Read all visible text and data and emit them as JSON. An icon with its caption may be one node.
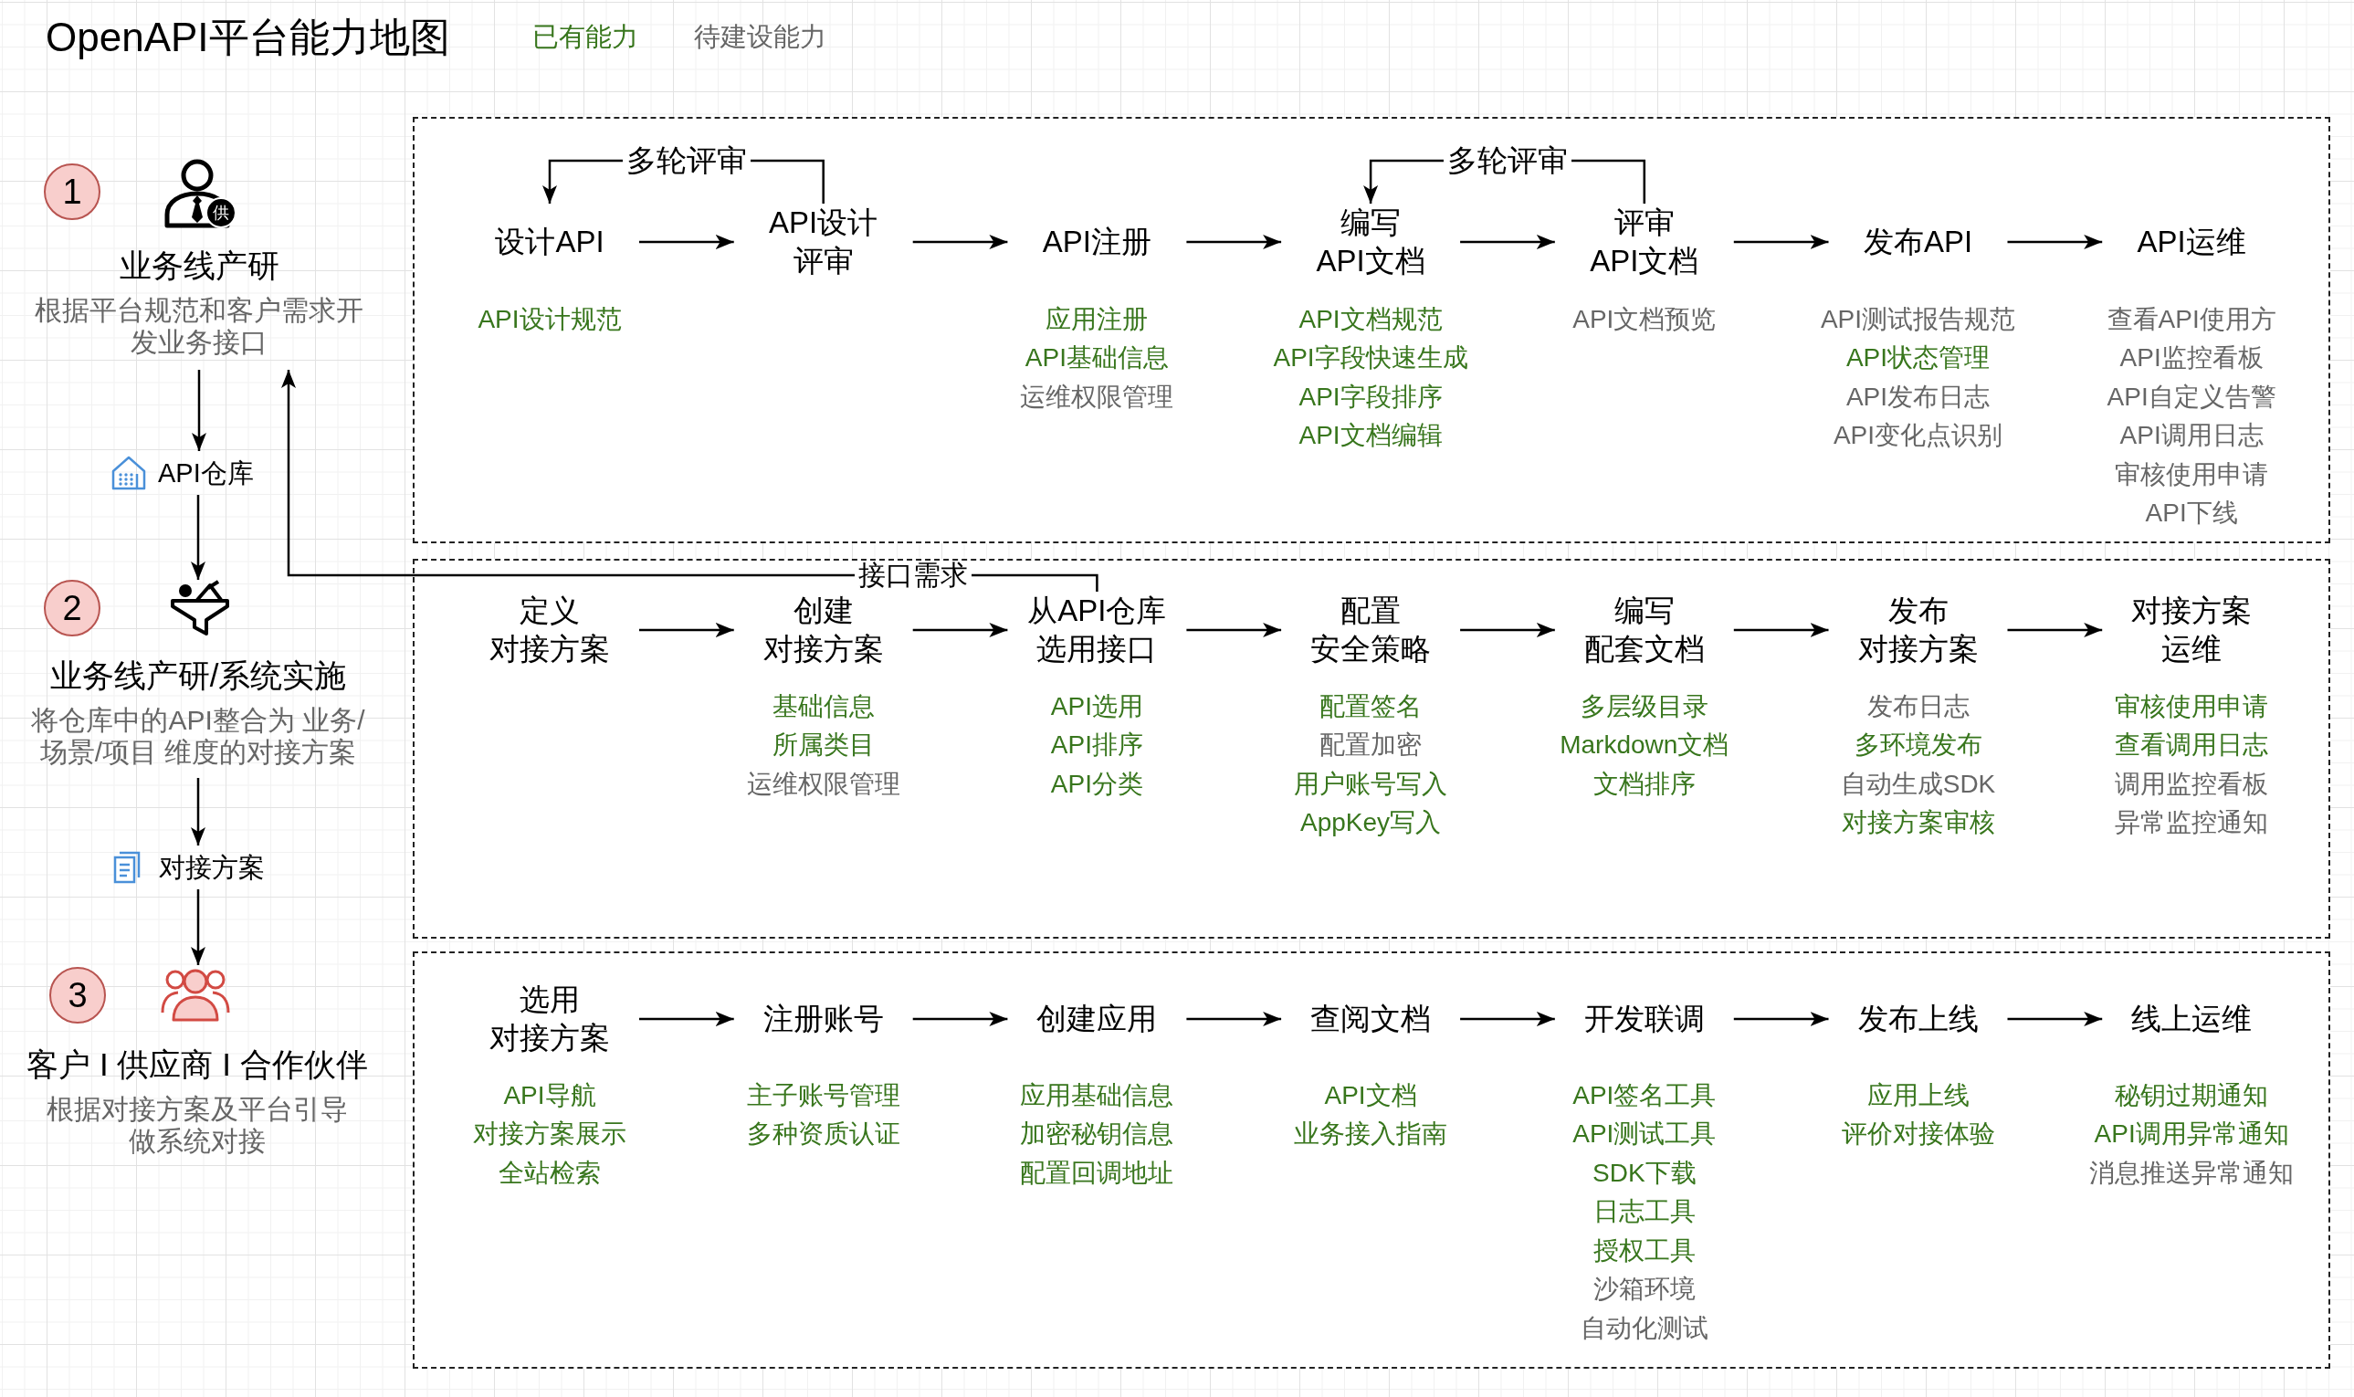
{
  "diagram": {
    "title": "OpenAPI平台能力地图",
    "nodes": [
      {
        "text": [
          "1"
        ]
      },
      {
        "text": [
          "业务线产研",
          "根据平台规范和客户需求开发业务接口"
        ]
      },
      {
        "text": [
          "API仓库"
        ]
      },
      {
        "text": [
          "2"
        ]
      },
      {
        "text": [],
        "shape": "picture"
      },
      {
        "text": [
          "业务线产研/系统实施",
          "将仓库中的API整合为 业务/场景/项目 维度的对接方案"
        ]
      },
      {
        "text": [
          "对接方案"
        ]
      },
      {
        "text": [
          "3"
        ]
      },
      {
        "text": [],
        "shape": "picture"
      },
      {
        "text": [
          "客户 I 供应商 I 合作伙伴",
          "根据对接方案及平台引导做系统对接"
        ]
      },
      {
        "text": [],
        "shape": "box"
      },
      {
        "text": [
          "设计API"
        ],
        "in": 10,
        "beside": [
          "API设计规范"
        ]
      },
      {
        "text": [
          "API设计评审"
        ],
        "in": 10
      },
      {
        "text": [
          "API注册"
        ],
        "in": 10,
        "beside": [
          "应用注册",
          "API基础信息",
          "运维权限管理"
        ]
      },
      {
        "text": [
          "编写API文档"
        ],
        "in": 10,
        "beside": [
          "API文档规范",
          "API字段快速生成",
          "API字段排序",
          "API文档编辑"
        ]
      },
      {
        "text": [
          "评审API文档"
        ],
        "in": 10,
        "beside": [
          "API文档预览"
        ]
      },
      {
        "text": [
          "发布API"
        ],
        "in": 10,
        "beside": [
          "API测试报告规范",
          "API状态管理",
          "API发布日志",
          "API变化点识别"
        ]
      },
      {
        "text": [
          "API运维"
        ],
        "in": 10,
        "beside": [
          "查看API使用方",
          "API监控看板",
          "API自定义告警",
          "API调用日志",
          "审核使用申请",
          "API下线"
        ]
      },
      {
        "text": [],
        "shape": "box"
      },
      {
        "text": [
          "定义对接方案"
        ],
        "in": 18
      },
      {
        "text": [
          "创建对接方案"
        ],
        "in": 18,
        "beside": [
          "基础信息",
          "所属类目",
          "运维权限管理"
        ]
      },
      {
        "text": [
          "从API仓库选用接口"
        ],
        "in": 18,
        "beside": [
          "API选用",
          "API排序",
          "API分类"
        ]
      },
      {
        "text": [
          "配置安全策略"
        ],
        "in": 18,
        "beside": [
          "配置签名",
          "配置加密",
          "用户账号写入",
          "AppKey写入"
        ]
      },
      {
        "text": [
          "编写配套文档"
        ],
        "in": 18,
        "beside": [
          "多层级目录",
          "Markdown文档",
          "文档排序"
        ]
      },
      {
        "text": [
          "发布对接方案"
        ],
        "in": 18,
        "beside": [
          "发布日志",
          "多环境发布",
          "自动生成SDK",
          "对接方案审核"
        ]
      },
      {
        "text": [
          "对接方案运维"
        ],
        "in": 18,
        "beside": [
          "审核使用申请",
          "查看调用日志",
          "调用监控看板",
          "异常监控通知"
        ]
      },
      {
        "text": [],
        "shape": "box"
      },
      {
        "text": [
          "选用对接方案"
        ],
        "in": 26,
        "beside": [
          "API导航",
          "对接方案展示",
          "全站检索"
        ]
      },
      {
        "text": [
          "注册账号"
        ],
        "in": 26,
        "beside": [
          "主子账号管理",
          "多种资质认证"
        ]
      },
      {
        "text": [
          "创建应用"
        ],
        "in": 26,
        "beside": [
          "应用基础信息",
          "加密秘钥信息",
          "配置回调地址"
        ]
      },
      {
        "text": [
          "查阅文档"
        ],
        "in": 26,
        "beside": [
          "API文档",
          "业务接入指南"
        ]
      },
      {
        "text": [
          "开发联调"
        ],
        "in": 26,
        "beside": [
          "API签名工具",
          "API测试工具",
          "SDK下载",
          "日志工具",
          "授权工具",
          "沙箱环境",
          "自动化测试"
        ]
      },
      {
        "text": [
          "发布上线"
        ],
        "in": 26,
        "beside": [
          "应用上线",
          "评价对接体验"
        ]
      },
      {
        "text": [
          "线上运维"
        ],
        "in": 26,
        "beside": [
          "秘钥过期通知",
          "API调用异常通知",
          "消息推送异常通知"
        ]
      }
    ],
    "edges": [
      {
        "from": 1,
        "to": 2,
        "arrow": "to"
      },
      {
        "from": 2,
        "to": 4,
        "arrow": "to"
      },
      {
        "from": 5,
        "to": 6,
        "arrow": "to"
      },
      {
        "from": 6,
        "to": 8,
        "arrow": "to"
      },
      {
        "from": 12,
        "to": 11,
        "arrow": "to",
        "label": "多轮评审"
      },
      {
        "from": 15,
        "to": 14,
        "arrow": "to",
        "label": "多轮评审"
      },
      {
        "from": 11,
        "to": 12,
        "arrow": "to"
      },
      {
        "from": 12,
        "to": 13,
        "arrow": "to"
      },
      {
        "from": 13,
        "to": 14,
        "arrow": "to"
      },
      {
        "from": 14,
        "to": 15,
        "arrow": "to"
      },
      {
        "from": 15,
        "to": 16,
        "arrow": "to"
      },
      {
        "from": 16,
        "to": 17,
        "arrow": "to"
      },
      {
        "from": 21,
        "to": 1,
        "arrow": "to",
        "label": "接口需求"
      },
      {
        "from": 19,
        "to": 20,
        "arrow": "to"
      },
      {
        "from": 20,
        "to": 21,
        "arrow": "to"
      },
      {
        "from": 21,
        "to": 22,
        "arrow": "to"
      },
      {
        "from": 22,
        "to": 23,
        "arrow": "to"
      },
      {
        "from": 23,
        "to": 24,
        "arrow": "to"
      },
      {
        "from": 24,
        "to": 25,
        "arrow": "to"
      },
      {
        "from": 27,
        "to": 28,
        "arrow": "to"
      },
      {
        "from": 28,
        "to": 29,
        "arrow": "to"
      },
      {
        "from": 29,
        "to": 30,
        "arrow": "to"
      },
      {
        "from": 30,
        "to": 31,
        "arrow": "to"
      },
      {
        "from": 31,
        "to": 32,
        "arrow": "to"
      },
      {
        "from": 32,
        "to": 33,
        "arrow": "to"
      }
    ],
    "labels": [
      "供"
    ],
    "legend": [
      {
        "text": "已有能力",
        "color": "#38761d"
      },
      {
        "text": "待建设能力",
        "color": "#666666"
      }
    ]
  }
}
